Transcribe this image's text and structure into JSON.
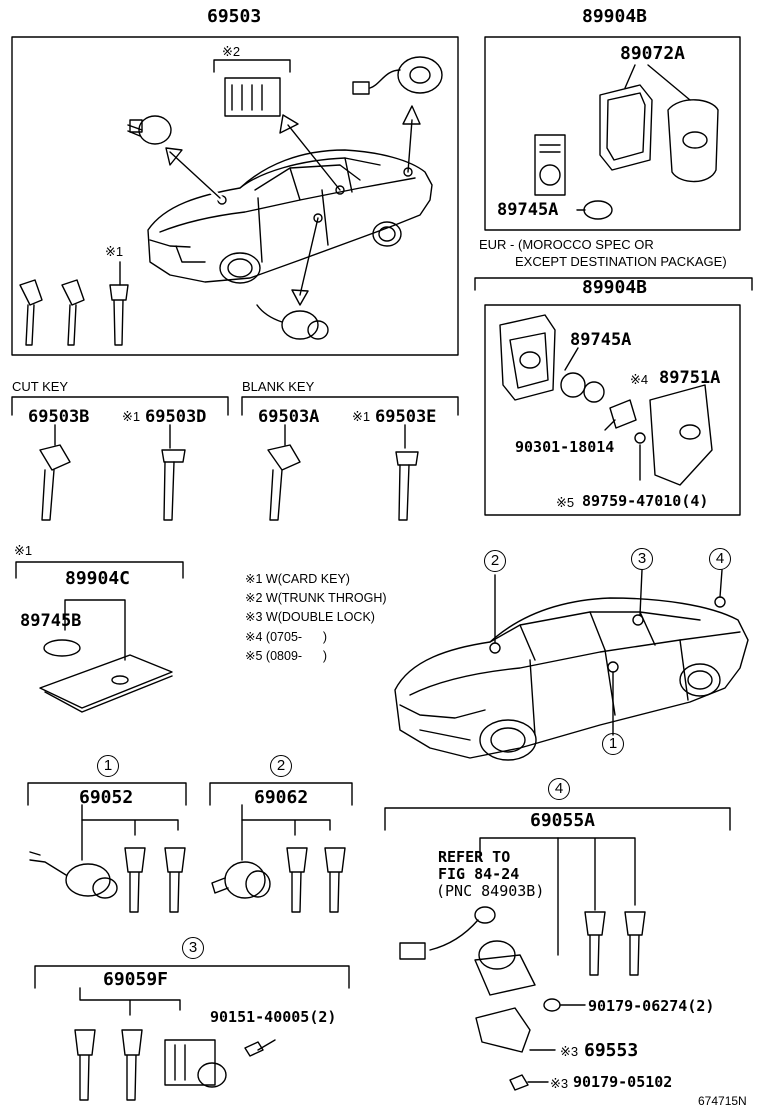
{
  "groups": {
    "main_assembly": "69503",
    "remote_top": "89904B",
    "remote_top_inner": "89072A",
    "remote_battery_top": "89745A",
    "eur_note_line1": "EUR - (MOROCCO SPEC OR",
    "eur_note_line2": "EXCEPT DESTINATION PACKAGE)",
    "remote_eur": "89904B",
    "remote_eur_battery": "89745A",
    "remote_eur_cover": "89751A",
    "remote_eur_cover_mark": "※4",
    "remote_eur_oring": "90301-18014",
    "remote_eur_screw": "89759-47010(4)",
    "remote_eur_screw_mark": "※5"
  },
  "marks": {
    "x1": "※1",
    "x2": "※2"
  },
  "cut_key": {
    "header": "CUT KEY",
    "part_a": "69503B",
    "part_b": "69503D",
    "part_b_mark": "※1"
  },
  "blank_key": {
    "header": "BLANK KEY",
    "part_a": "69503A",
    "part_b": "69503E",
    "part_b_mark": "※1"
  },
  "card_key": {
    "mark": "※1",
    "part": "89904C",
    "battery": "89745B"
  },
  "legend": [
    {
      "mark": "※1",
      "text": "W(CARD KEY)"
    },
    {
      "mark": "※2",
      "text": "W(TRUNK THROGH)"
    },
    {
      "mark": "※3",
      "text": "W(DOUBLE LOCK)"
    },
    {
      "mark": "※4",
      "text": "(0705-      )"
    },
    {
      "mark": "※5",
      "text": "(0809-      )"
    }
  ],
  "callouts": [
    "1",
    "2",
    "3",
    "4"
  ],
  "set1": {
    "num": "1",
    "part": "69052"
  },
  "set2": {
    "num": "2",
    "part": "69062"
  },
  "set3": {
    "num": "3",
    "part": "69059F",
    "screw": "90151-40005(2)"
  },
  "set4": {
    "num": "4",
    "part": "69055A",
    "refer_line1": "REFER TO",
    "refer_line2": "FIG 84-24",
    "refer_line3": "(PNC 84903B)",
    "nut": "90179-06274(2)",
    "bracket": "69553",
    "bracket_mark": "※3",
    "nut2": "90179-05102",
    "nut2_mark": "※3"
  },
  "illustration_code": "674715N"
}
